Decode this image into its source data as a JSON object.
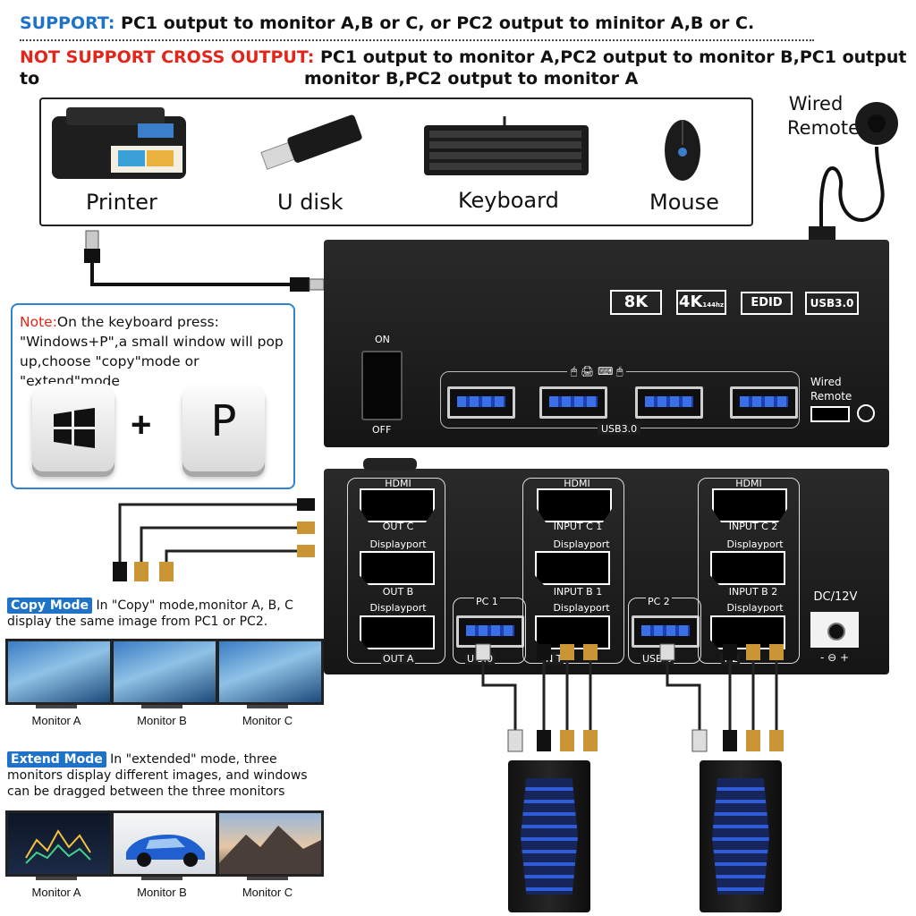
{
  "header": {
    "support_label": "SUPPORT:",
    "support_text": "PC1 output to monitor A,B or C, or PC2 output to minitor A,B or C.",
    "not_support_label": "NOT SUPPORT CROSS OUTPUT:",
    "not_support_text_line1": "PC1 output to monitor A,PC2 output to monitor B,PC1 output to",
    "not_support_text_line2": "monitor B,PC2 output to monitor A"
  },
  "peripherals": [
    "Printer",
    "U disk",
    "Keyboard",
    "Mouse"
  ],
  "remote": {
    "line1": "Wired",
    "line2": "Remote"
  },
  "note": {
    "label": "Note:",
    "text": "On the keyboard press: \"Windows+P\",a small window will pop up,choose \"copy\"mode or \"extend\"mode",
    "plus": "+",
    "key_p": "P"
  },
  "front_panel": {
    "badges": [
      "8K",
      "4K",
      "144hz",
      "EDID",
      "USB3.0"
    ],
    "switch_on": "ON",
    "switch_off": "OFF",
    "usb_label": "USB3.0",
    "remote_port_line1": "Wired",
    "remote_port_line2": "Remote"
  },
  "rear_panel": {
    "out_c_top": "HDMI",
    "out_c": "OUT C",
    "dp1": "Displayport",
    "out_b": "OUT B",
    "dp2": "Displayport",
    "out_a": "OUT A",
    "pc1": "PC 1",
    "pc1_hdmi": "HDMI",
    "input_c1": "INPUT C 1",
    "dp3": "Displayport",
    "input_b1": "INPUT B 1",
    "dp4": "Displayport",
    "usb_1": "U  3.0",
    "input_1": "N    T",
    "pc2": "PC 2",
    "pc2_hdmi": "HDMI",
    "input_c2": "INPUT C 2",
    "dp5": "Displayport",
    "input_b2": "INPUT B 2",
    "dp6": "Displayport",
    "usb_2": "USB    0",
    "input_2": "    T 2",
    "dc": "DC/12V",
    "polarity": "- ⊖ +"
  },
  "copy_mode": {
    "tag": "Copy Mode",
    "text": "In \"Copy\" mode,monitor A, B, C display the same image from PC1 or PC2.",
    "monitors": [
      "Monitor A",
      "Monitor B",
      "Monitor C"
    ]
  },
  "extend_mode": {
    "tag": "Extend Mode",
    "text": "In \"extended\" mode, three monitors display different images, and windows can be dragged between the three monitors",
    "monitors": [
      "Monitor A",
      "Monitor B",
      "Monitor C"
    ]
  }
}
